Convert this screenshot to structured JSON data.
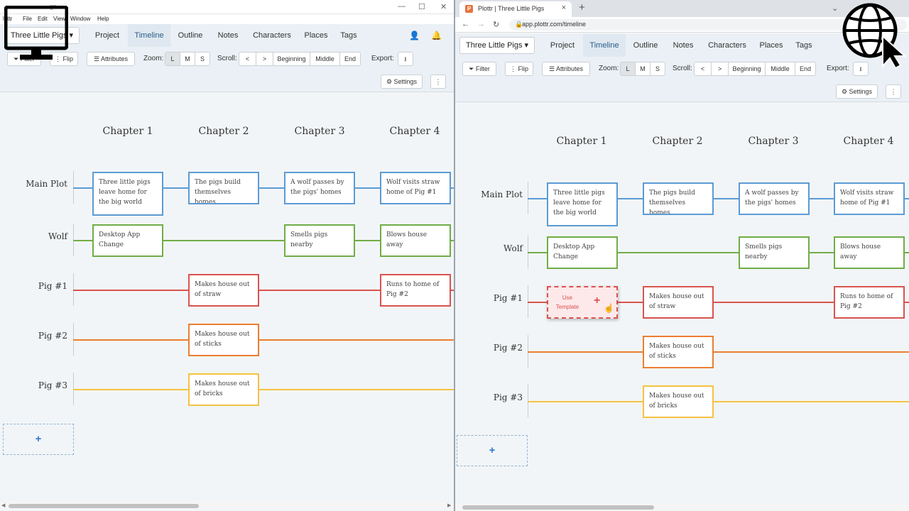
{
  "left_window": {
    "title_partial": "gs",
    "menu": [
      "lottr",
      "File",
      "Edit",
      "View",
      "Window",
      "Help"
    ],
    "window_controls": [
      "—",
      "☐",
      "✕"
    ]
  },
  "right_browser": {
    "tab_title": "Plottr | Three Little Pigs",
    "tab_favicon": "P",
    "url": "app.plottr.com/timeline"
  },
  "app": {
    "project_name": "Three Little Pigs",
    "nav": [
      "Project",
      "Timeline",
      "Outline",
      "Notes",
      "Characters",
      "Places",
      "Tags"
    ],
    "active_nav": "Timeline",
    "toolbar": {
      "filter": "Filter",
      "flip": "Flip",
      "attributes": "Attributes",
      "zoom_label": "Zoom:",
      "zoom": [
        "L",
        "M",
        "S"
      ],
      "scroll_label": "Scroll:",
      "scroll_left": "<",
      "scroll_right": ">",
      "scroll_positions": [
        "Beginning",
        "Middle",
        "End"
      ],
      "export_label": "Export:",
      "settings": "Settings",
      "more": "⋮"
    },
    "chapters": [
      "Chapter 1",
      "Chapter 2",
      "Chapter 3",
      "Chapter 4"
    ],
    "rows": [
      {
        "label": "Main Plot",
        "color": "#5b9bd5",
        "cards": [
          "Three little pigs leave home for the big world",
          "The pigs build themselves homes",
          "A wolf passes by the pigs' homes",
          "Wolf visits straw home of Pig #1"
        ]
      },
      {
        "label": "Wolf",
        "color": "#70ad47",
        "cards": [
          "Desktop App Change",
          "",
          "Smells pigs nearby",
          "Blows house away"
        ]
      },
      {
        "label": "Pig #1",
        "color": "#d9534f",
        "cards": [
          "",
          "Makes house out of straw",
          "",
          "Runs to home of Pig #2"
        ]
      },
      {
        "label": "Pig #2",
        "color": "#ed7d31",
        "cards": [
          "",
          "Makes house out of sticks",
          "",
          ""
        ]
      },
      {
        "label": "Pig #3",
        "color": "#f5c242",
        "cards": [
          "",
          "Makes house out of bricks",
          "",
          ""
        ]
      }
    ],
    "add_line": "+",
    "template_card": {
      "label": "Use Template",
      "plus": "+"
    }
  },
  "icons": {
    "desktop_overlay": "monitor-icon",
    "web_overlay": "globe-cursor-icon"
  }
}
